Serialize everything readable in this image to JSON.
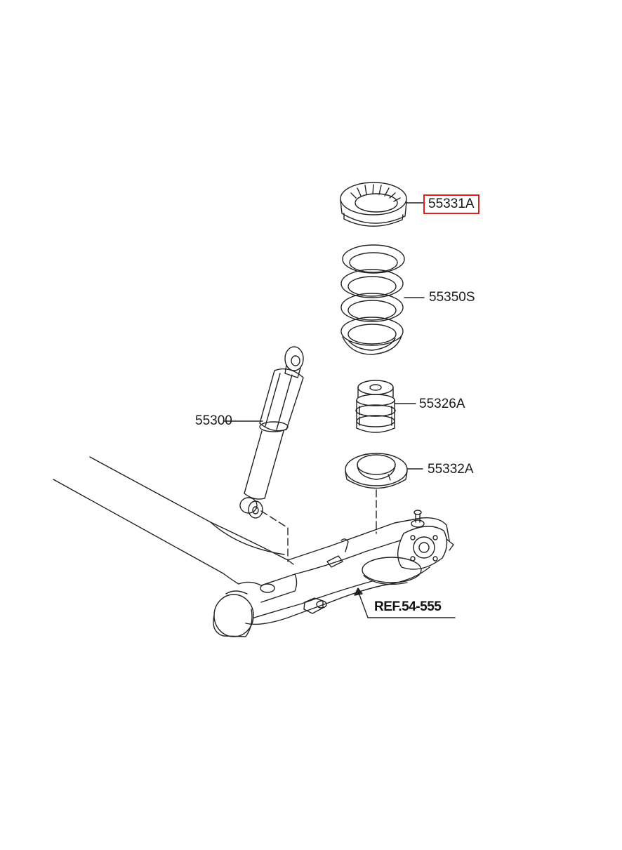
{
  "labels": {
    "seat_upper": "55331A",
    "spring": "55350S",
    "bumper": "55326A",
    "shock": "55300",
    "seat_lower": "55332A",
    "reference": "REF.54-555"
  },
  "highlighted_part": "55331A",
  "colors": {
    "line": "#222222",
    "highlight": "#e02020",
    "background": "#ffffff"
  }
}
